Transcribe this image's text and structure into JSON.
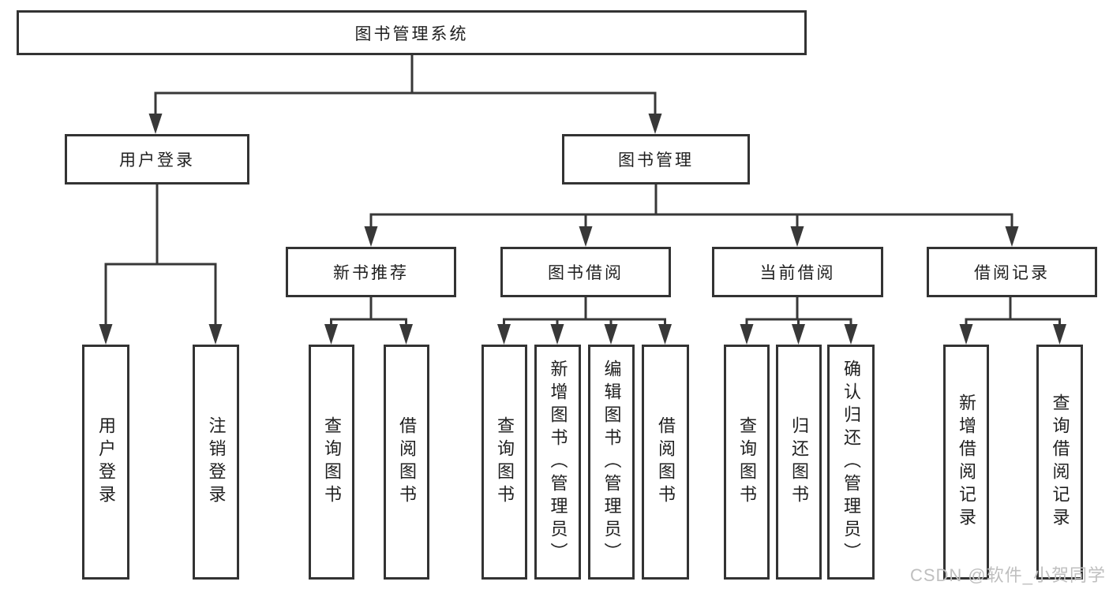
{
  "diagram": {
    "root": {
      "label": "图书管理系统"
    },
    "user_branch": {
      "label": "用户登录",
      "children": [
        {
          "label": "用户登录"
        },
        {
          "label": "注销登录"
        }
      ]
    },
    "book_branch": {
      "label": "图书管理",
      "groups": [
        {
          "label": "新书推荐",
          "children": [
            {
              "label": "查询图书"
            },
            {
              "label": "借阅图书"
            }
          ]
        },
        {
          "label": "图书借阅",
          "children": [
            {
              "label": "查询图书"
            },
            {
              "label": "新增图书（管理员）"
            },
            {
              "label": "编辑图书（管理员）"
            },
            {
              "label": "借阅图书"
            }
          ]
        },
        {
          "label": "当前借阅",
          "children": [
            {
              "label": "查询图书"
            },
            {
              "label": "归还图书"
            },
            {
              "label": "确认归还（管理员）"
            }
          ]
        },
        {
          "label": "借阅记录",
          "children": [
            {
              "label": "新增借阅记录"
            },
            {
              "label": "查询借阅记录"
            }
          ]
        }
      ]
    }
  },
  "watermark": "CSDN @软件_小贺同学",
  "colors": {
    "line": "#383838",
    "box_border": "#333333",
    "text": "#1f1f1f",
    "watermark": "#bfbfbf",
    "background": "#ffffff"
  }
}
